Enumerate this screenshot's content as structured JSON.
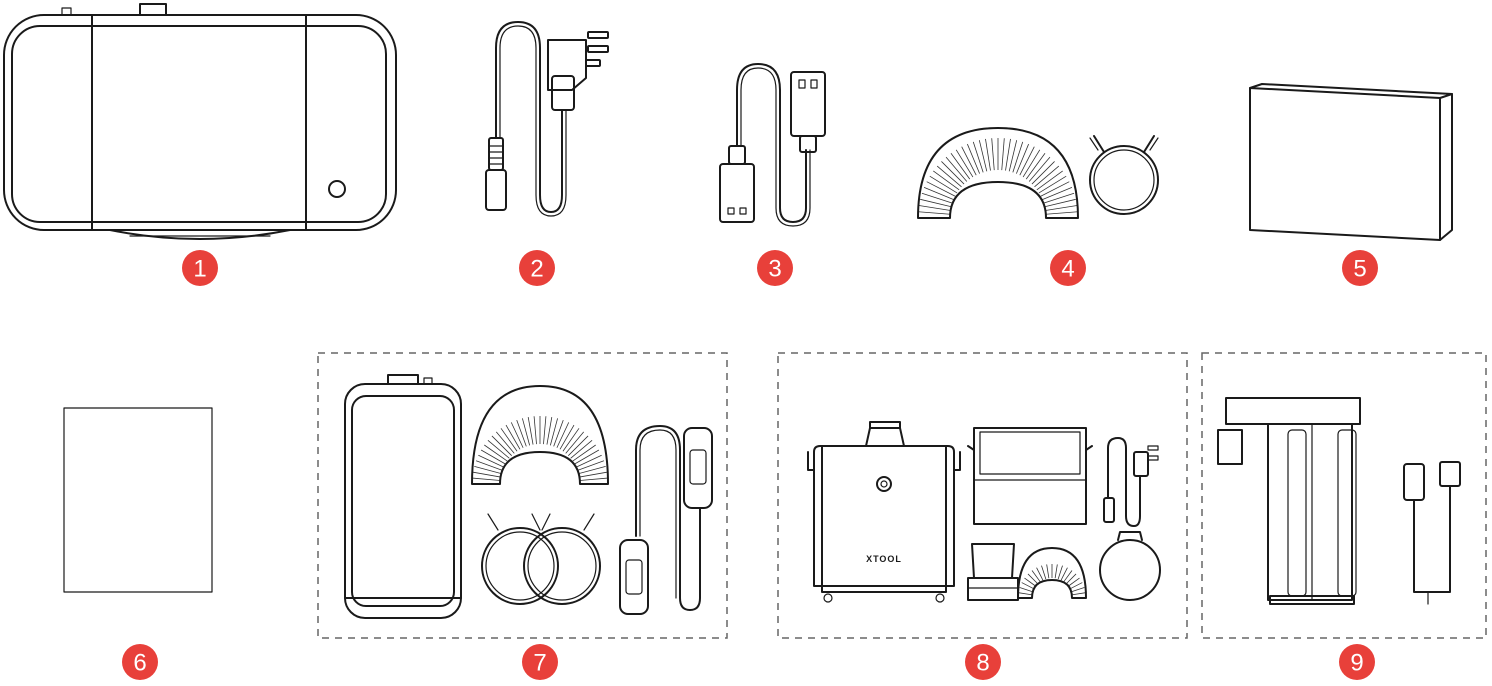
{
  "items": [
    {
      "number": "1",
      "icon": "main-unit-icon"
    },
    {
      "number": "2",
      "icon": "power-cable-icon"
    },
    {
      "number": "3",
      "icon": "usb-cable-icon"
    },
    {
      "number": "4",
      "icon": "duct-hose-clamp-icon"
    },
    {
      "number": "5",
      "icon": "box-icon"
    },
    {
      "number": "6",
      "icon": "document-icon"
    },
    {
      "number": "7",
      "icon": "air-assist-kit-icon"
    },
    {
      "number": "8",
      "icon": "fume-extractor-kit-icon"
    },
    {
      "number": "9",
      "icon": "rotary-kit-icon"
    }
  ],
  "extractor_brand": "XTOOL",
  "badge_color": "#e8403a"
}
